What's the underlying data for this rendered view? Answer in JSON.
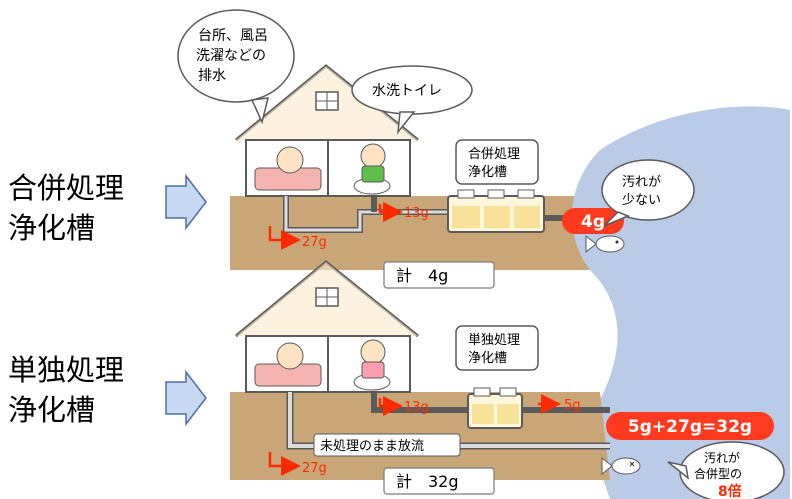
{
  "left_labels": {
    "combined": [
      "合併処理",
      "浄化槽"
    ],
    "single": [
      "単独処理",
      "浄化槽"
    ]
  },
  "top_scene": {
    "bubble_kitchen": [
      "台所、風呂",
      "洗濯などの",
      "排水"
    ],
    "bubble_toilet": "水洗トイレ",
    "tank_label": [
      "合併処理",
      "浄化槽"
    ],
    "toilet_amount": "13g",
    "house_amount": "27g",
    "output_amount": "4g",
    "total": "計　4g",
    "river_bubble": [
      "汚れが",
      "少ない"
    ]
  },
  "bottom_scene": {
    "tank_label": [
      "単独処理",
      "浄化槽"
    ],
    "toilet_amount": "13g",
    "tank_output": "5g",
    "untreated": "未処理のまま放流",
    "house_amount": "27g",
    "output_amount": "5g+27g=32g",
    "total": "計　32g",
    "river_bubble": [
      "汚れが",
      "合併型の"
    ],
    "river_bubble_emph": "8倍"
  },
  "colors": {
    "soil": "#c8a677",
    "river": "#b9cbe6",
    "arrow_red": "#ff2a00",
    "badge_red": "#ff3a1f",
    "outline": "#5a5a5a",
    "wall": "#ffffff",
    "pipe": "#dcdcdc",
    "left_arrow": "#c7d9f2"
  }
}
